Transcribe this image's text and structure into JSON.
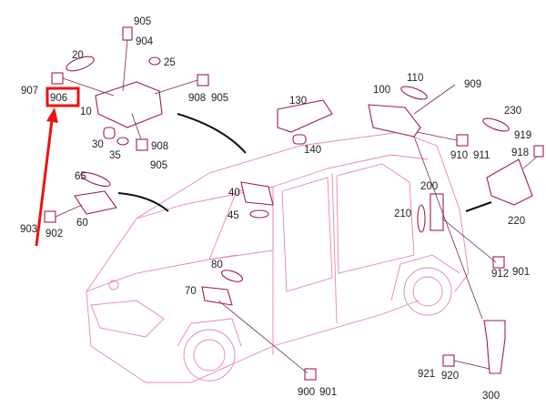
{
  "diagram": {
    "title": "Interior lighting parts diagram",
    "highlight": {
      "part": "906",
      "color": "#ee1111"
    },
    "colors": {
      "car_outline": "#e8879b",
      "part_outline": "#a0203e"
    },
    "labels": [
      "905",
      "904",
      "20",
      "25",
      "907",
      "906",
      "908",
      "905",
      "10",
      "30",
      "35",
      "908",
      "905",
      "130",
      "100",
      "110",
      "909",
      "230",
      "919",
      "918",
      "910",
      "911",
      "140",
      "65",
      "40",
      "45",
      "903",
      "902",
      "60",
      "200",
      "210",
      "220",
      "912",
      "901",
      "80",
      "70",
      "900",
      "901",
      "921",
      "920",
      "300"
    ]
  }
}
